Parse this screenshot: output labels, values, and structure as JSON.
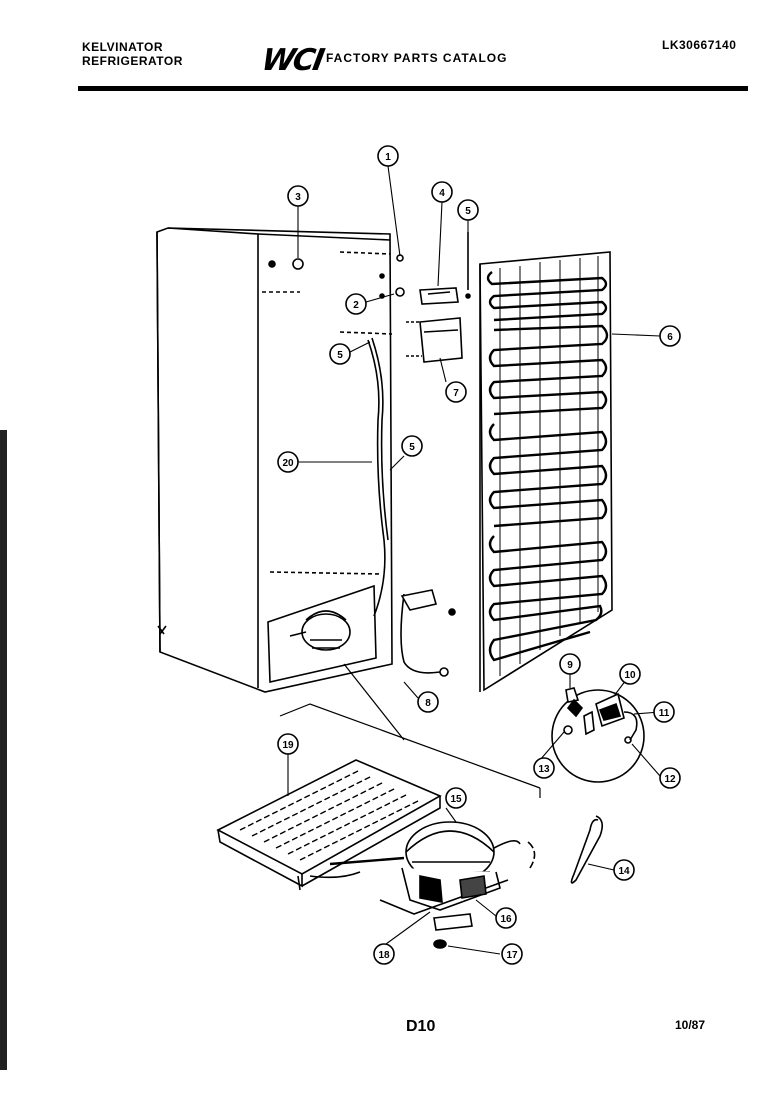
{
  "header": {
    "brand": "KELVINATOR",
    "product": "REFRIGERATOR",
    "logo": "WCI",
    "catalog_title": "FACTORY PARTS CATALOG",
    "model": "LK30667140"
  },
  "footer": {
    "page_code": "D10",
    "date": "10/87"
  },
  "callouts": [
    "1",
    "2",
    "3",
    "4",
    "5",
    "6",
    "7",
    "5",
    "5",
    "8",
    "9",
    "10",
    "11",
    "12",
    "13",
    "14",
    "15",
    "16",
    "17",
    "18",
    "19",
    "20"
  ]
}
